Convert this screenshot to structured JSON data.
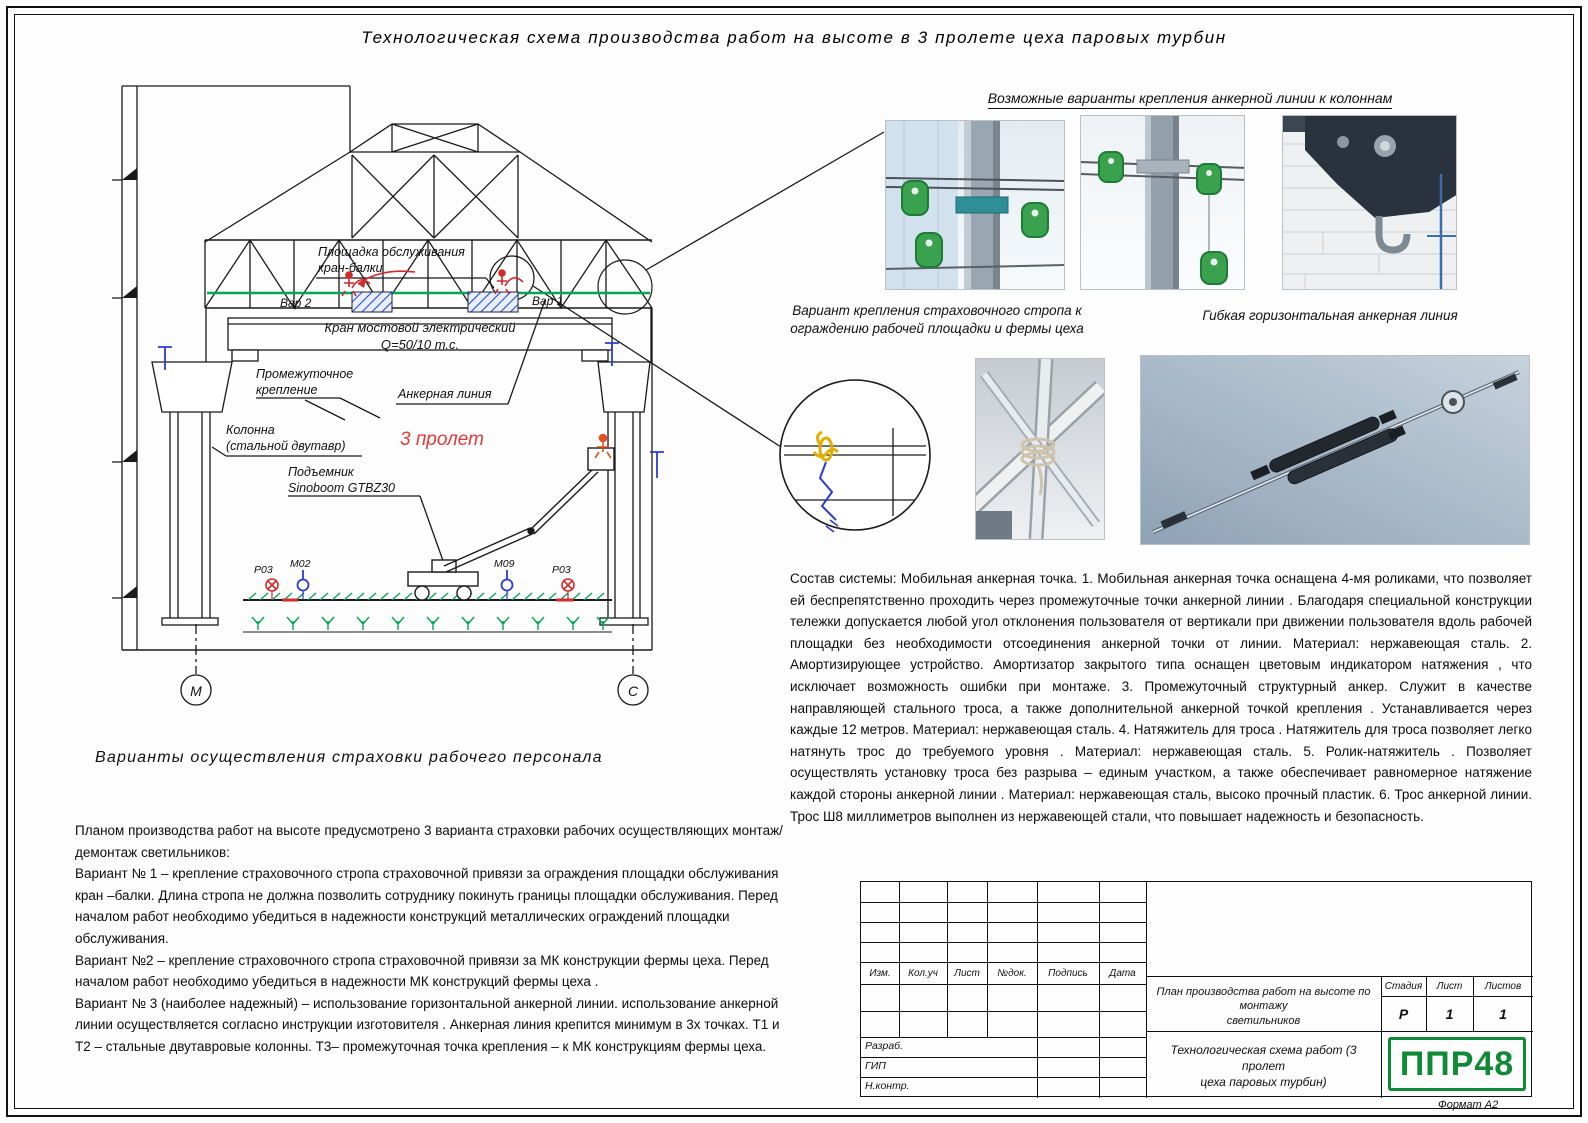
{
  "sheet": {
    "title": "Технологическая схема производства работ на высоте в 3 пролете цеха паровых турбин",
    "format_note": "Формат А2"
  },
  "drawing": {
    "labels": {
      "platform": "Площадка обслуживания\nкран-балки",
      "var2": "Вар 2",
      "var1": "Вар 1",
      "crane": "Кран мостовой электрический\nQ=50/10 т.с.",
      "intermediate": "Промежуточное\nкрепление",
      "anchor_line": "Анкерная линия",
      "column": "Колонна\n(стальной двутавр)",
      "span": "3 пролет",
      "lift": "Подъемник\nSinoboom GTBZ30",
      "p03_left": "Р03",
      "m02": "М02",
      "m09": "М09",
      "p03_right": "Р03",
      "axis_left": "М",
      "axis_right": "С"
    },
    "colors": {
      "anchor_line_green": "#00a651",
      "span_red": "#e03a3a",
      "symbol_blue": "#2b3cd0"
    }
  },
  "right_panel": {
    "variants_header": "Возможные варианты крепления анкерной линии к колоннам",
    "caption_strop": "Вариант крепления страховочного стропа к ограждению рабочей площадки и фермы цеха",
    "caption_flex": "Гибкая горизонтальная анкерная линия",
    "system_description": "Состав системы: Мобильная анкерная точка. 1. Мобильная анкерная точка оснащена 4-мя роликами, что позволяет ей беспрепятственно проходить через промежуточные точки анкерной линии . Благодаря специальной конструкции тележки допускается любой угол отклонения пользователя от вертикали при движении пользователя вдоль рабочей площадки без необходимости отсоединения анкерной точки от линии. Материал: нержавеющая сталь. 2. Амортизирующее устройство. Амортизатор закрытого типа оснащен цветовым индикатором натяжения , что исключает возможность ошибки при монтаже. 3. Промежуточный структурный анкер. Служит в качестве направляющей стального троса, а также дополнительной анкерной точкой крепления . Устанавливается через каждые 12 метров. Материал: нержавеющая сталь. 4. Натяжитель для троса . Натяжитель для троса позволяет легко натянуть трос до требуемого уровня . Материал: нержавеющая сталь. 5. Ролик-натяжитель . Позволяет осуществлять установку троса без разрыва – единым участком, а также обеспечивает равномерное натяжение каждой стороны анкерной линии . Материал: нержавеющая сталь, высоко прочный пластик. 6. Трос анкерной линии. Трос Ш8 миллиметров выполнен из нержавеющей стали, что повышает надежность и безопасность."
  },
  "bottom_left": {
    "heading": "Варианты осуществления страховки рабочего персонала",
    "body": "Планом производства работ на высоте предусмотрено 3 варианта страховки рабочих осуществляющих монтаж/демонтаж светильников:\nВариант № 1 – крепление страховочного стропа страховочной привязи за ограждения площадки обслуживания кран –балки. Длина стропа не должна позволить сотруднику покинуть границы площадки обслуживания. Перед началом работ необходимо убедиться в надежности конструкций металлических ограждений площадки обслуживания.\nВариант №2 – крепление страховочного стропа страховочной привязи за МК конструкции фермы цеха.  Перед началом работ необходимо убедиться в надежности МК конструкций фермы цеха .\nВариант № 3 (наиболее надежный) – использование горизонтальной анкерной линии. использование анкерной линии осуществляется согласно инструкции изготовителя . Анкерная линия крепится минимум в 3х точках. Т1 и Т2 – стальные двутавровые колонны. Т3– промежуточная точка крепления – к МК конструкциям фермы цеха."
  },
  "title_block": {
    "columns": [
      "Изм.",
      "Кол.уч",
      "Лист",
      "№док.",
      "Подпись",
      "Дата"
    ],
    "project_title": "План производства работ на высоте по монтажу\nсветильников",
    "stage_label": "Стадия",
    "sheet_label": "Лист",
    "sheets_label": "Листов",
    "stage_value": "Р",
    "sheet_value": "1",
    "sheets_value": "1",
    "role_developed": "Разраб.",
    "role_gip": "ГИП",
    "role_ncontrol": "Н.контр.",
    "doc_title": "Технологическая схема работ (3 пролет\nцеха паровых турбин)",
    "logo": "ППР48"
  }
}
